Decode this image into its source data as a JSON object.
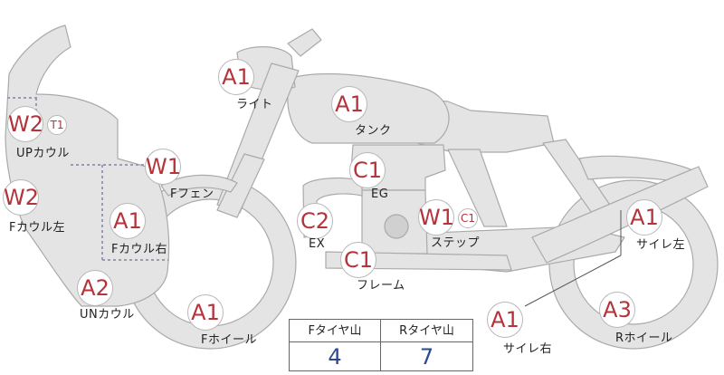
{
  "colors": {
    "body_fill": "#e4e4e4",
    "body_stroke": "#aaaaaa",
    "badge_text": "#b5333b",
    "value_text": "#2a4a90"
  },
  "parts": {
    "light": {
      "code": "A1",
      "label": "ライト"
    },
    "tank": {
      "code": "A1",
      "label": "タンク"
    },
    "up_cowl": {
      "code": "W2",
      "sub": "T1",
      "label": "UPカウル"
    },
    "f_fender": {
      "code": "W1",
      "label": "Fフェン"
    },
    "f_cowl_left": {
      "code": "W2",
      "label": "Fカウル左"
    },
    "f_cowl_right": {
      "code": "A1",
      "label": "Fカウル右"
    },
    "un_cowl": {
      "code": "A2",
      "label": "UNカウル"
    },
    "f_wheel": {
      "code": "A1",
      "label": "Fホイール"
    },
    "engine": {
      "code": "C1",
      "label": "EG"
    },
    "exhaust": {
      "code": "C2",
      "label": "EX"
    },
    "frame": {
      "code": "C1",
      "label": "フレーム"
    },
    "step": {
      "code": "W1",
      "sub": "C1",
      "label": "ステップ"
    },
    "muffler_left": {
      "code": "A1",
      "label": "サイレ左"
    },
    "muffler_right": {
      "code": "A1",
      "label": "サイレ右"
    },
    "r_wheel": {
      "code": "A3",
      "label": "Rホイール"
    }
  },
  "tire_tread": {
    "front_label": "Fタイヤ山",
    "rear_label": "Rタイヤ山",
    "front_value": "4",
    "rear_value": "7"
  }
}
